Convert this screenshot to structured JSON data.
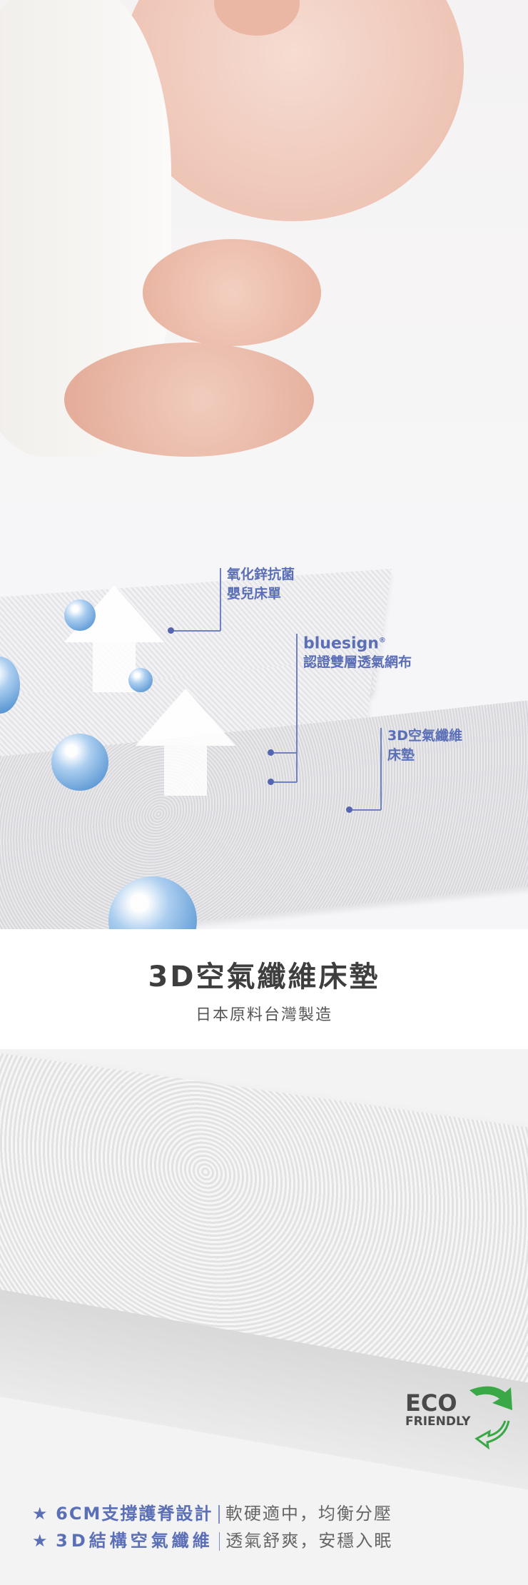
{
  "layers_section": {
    "labels": [
      {
        "lines": [
          "氧化鋅抗菌",
          "嬰兒床單"
        ]
      },
      {
        "brand": "bluesign",
        "reg": "®",
        "lines": [
          "認證雙層透氣網布"
        ]
      },
      {
        "lines": [
          "3D空氣纖維",
          "床墊"
        ]
      }
    ]
  },
  "title_section": {
    "title": "3D空氣纖維床墊",
    "subtitle": "日本原料台灣製造"
  },
  "features": [
    {
      "star": "★",
      "highlight": "6CM支撐護脊設計",
      "desc": "軟硬適中，均衡分壓"
    },
    {
      "star": "★",
      "highlight": "3D結構空氣纖維",
      "desc": "透氣舒爽，安穩入眠"
    }
  ],
  "badge": {
    "line1": "ECO",
    "line2": "FRIENDLY"
  },
  "colors": {
    "accent": "#5b6fb7",
    "eco_green": "#3aa846",
    "text_gray": "#666666"
  }
}
